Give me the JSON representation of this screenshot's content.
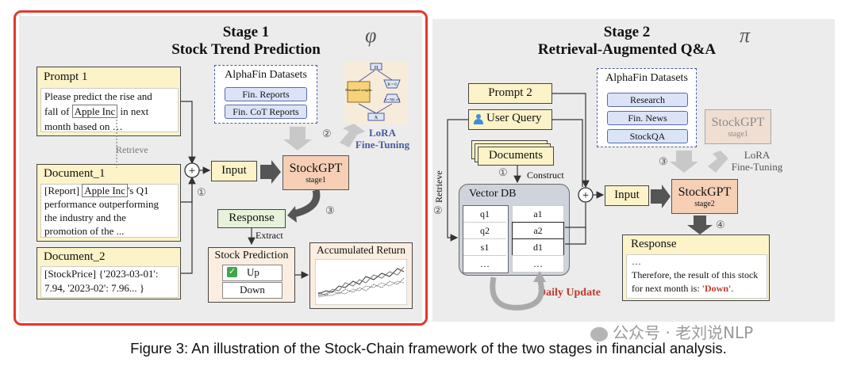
{
  "stage1": {
    "title_line1": "Stage 1",
    "title_line2": "Stock Trend Prediction",
    "symbol": "φ",
    "prompt1": {
      "header": "Prompt 1",
      "line1": "Please predict the rise and",
      "line2_pre": "fall of ",
      "entity": "Apple Inc",
      "line2_post": " in next",
      "line3": "month based on …"
    },
    "retrieve_label": "Retrieve",
    "document1": {
      "header": "Document_1",
      "line1_pre": "[Report] ",
      "entity": "Apple Inc",
      "line1_post": "'s Q1",
      "line2": "performance outperforming",
      "line3": "the industry and the",
      "line4": "promotion of the ..."
    },
    "document2": {
      "header": "Document_2",
      "line1": "[StockPrice] {'2023-03-01':",
      "line2": "7.94, '2023-02': 7.96... }"
    },
    "datasets": {
      "title": "AlphaFin Datasets",
      "items": [
        "Fin. Reports",
        "Fin. CoT Reports"
      ]
    },
    "lora": {
      "line1": "LoRA",
      "line2": "Fine-Tuning"
    },
    "lora_diagram": {
      "top": "H",
      "left": "Pretrained weights",
      "right1": "B = 0",
      "right2": "A = N(0, σ²)",
      "bottom": "X"
    },
    "input_label": "Input",
    "model": {
      "name": "StockGPT",
      "sub": "stage1"
    },
    "response_label": "Response",
    "extract_label": "Extract",
    "prediction": {
      "title": "Stock Prediction",
      "up": "Up",
      "down": "Down",
      "check": "✓"
    },
    "returns_title": "Accumulated Return",
    "markers": {
      "one": "①",
      "two": "②",
      "three": "③"
    },
    "plus": "+"
  },
  "stage2": {
    "title_line1": "Stage 2",
    "title_line2": "Retrieval-Augmented Q&A",
    "symbol": "π",
    "prompt2": "Prompt 2",
    "user_query": "User Query",
    "documents": "Documents",
    "construct_label": "Construct",
    "retrieve_label": "Retrieve",
    "vector_db": {
      "title": "Vector DB",
      "left": [
        "q1",
        "q2",
        "s1",
        "…"
      ],
      "right": [
        "a1",
        "a2",
        "d1",
        "…"
      ]
    },
    "daily_update": "Daily Update",
    "datasets": {
      "title": "AlphaFin Datasets",
      "items": [
        "Research",
        "Fin. News",
        "StockQA"
      ]
    },
    "model_stage1": {
      "name": "StockGPT",
      "sub": "stage1"
    },
    "lora": {
      "line1": "LoRA",
      "line2": "Fine-Tuning"
    },
    "input_label": "Input",
    "model": {
      "name": "StockGPT",
      "sub": "stage2"
    },
    "response": {
      "header": "Response",
      "line1": "…",
      "line2": "Therefore, the result of this stock",
      "line3_pre": "for next month is: ",
      "answer": "'Down'",
      "line3_post": "."
    },
    "markers": {
      "one": "①",
      "two": "②",
      "three": "③",
      "four": "④"
    },
    "plus": "+"
  },
  "watermark": "公众号 · 老刘说NLP",
  "caption": "Figure 3: An illustration of the Stock-Chain framework of the two stages in financial analysis.",
  "colors": {
    "panel": "#ececec",
    "highlight_border": "#e2382c",
    "yellow_header": "#fcf3c8",
    "model_fill": "#f6cfb5",
    "pill_fill": "#dbe4f7",
    "dataset_border": "#4a5aa0",
    "response_green": "#e6f2d9",
    "daily_update_red": "#c0392b",
    "answer_red": "#c0392b",
    "lora_text": "#4a5aa0"
  }
}
